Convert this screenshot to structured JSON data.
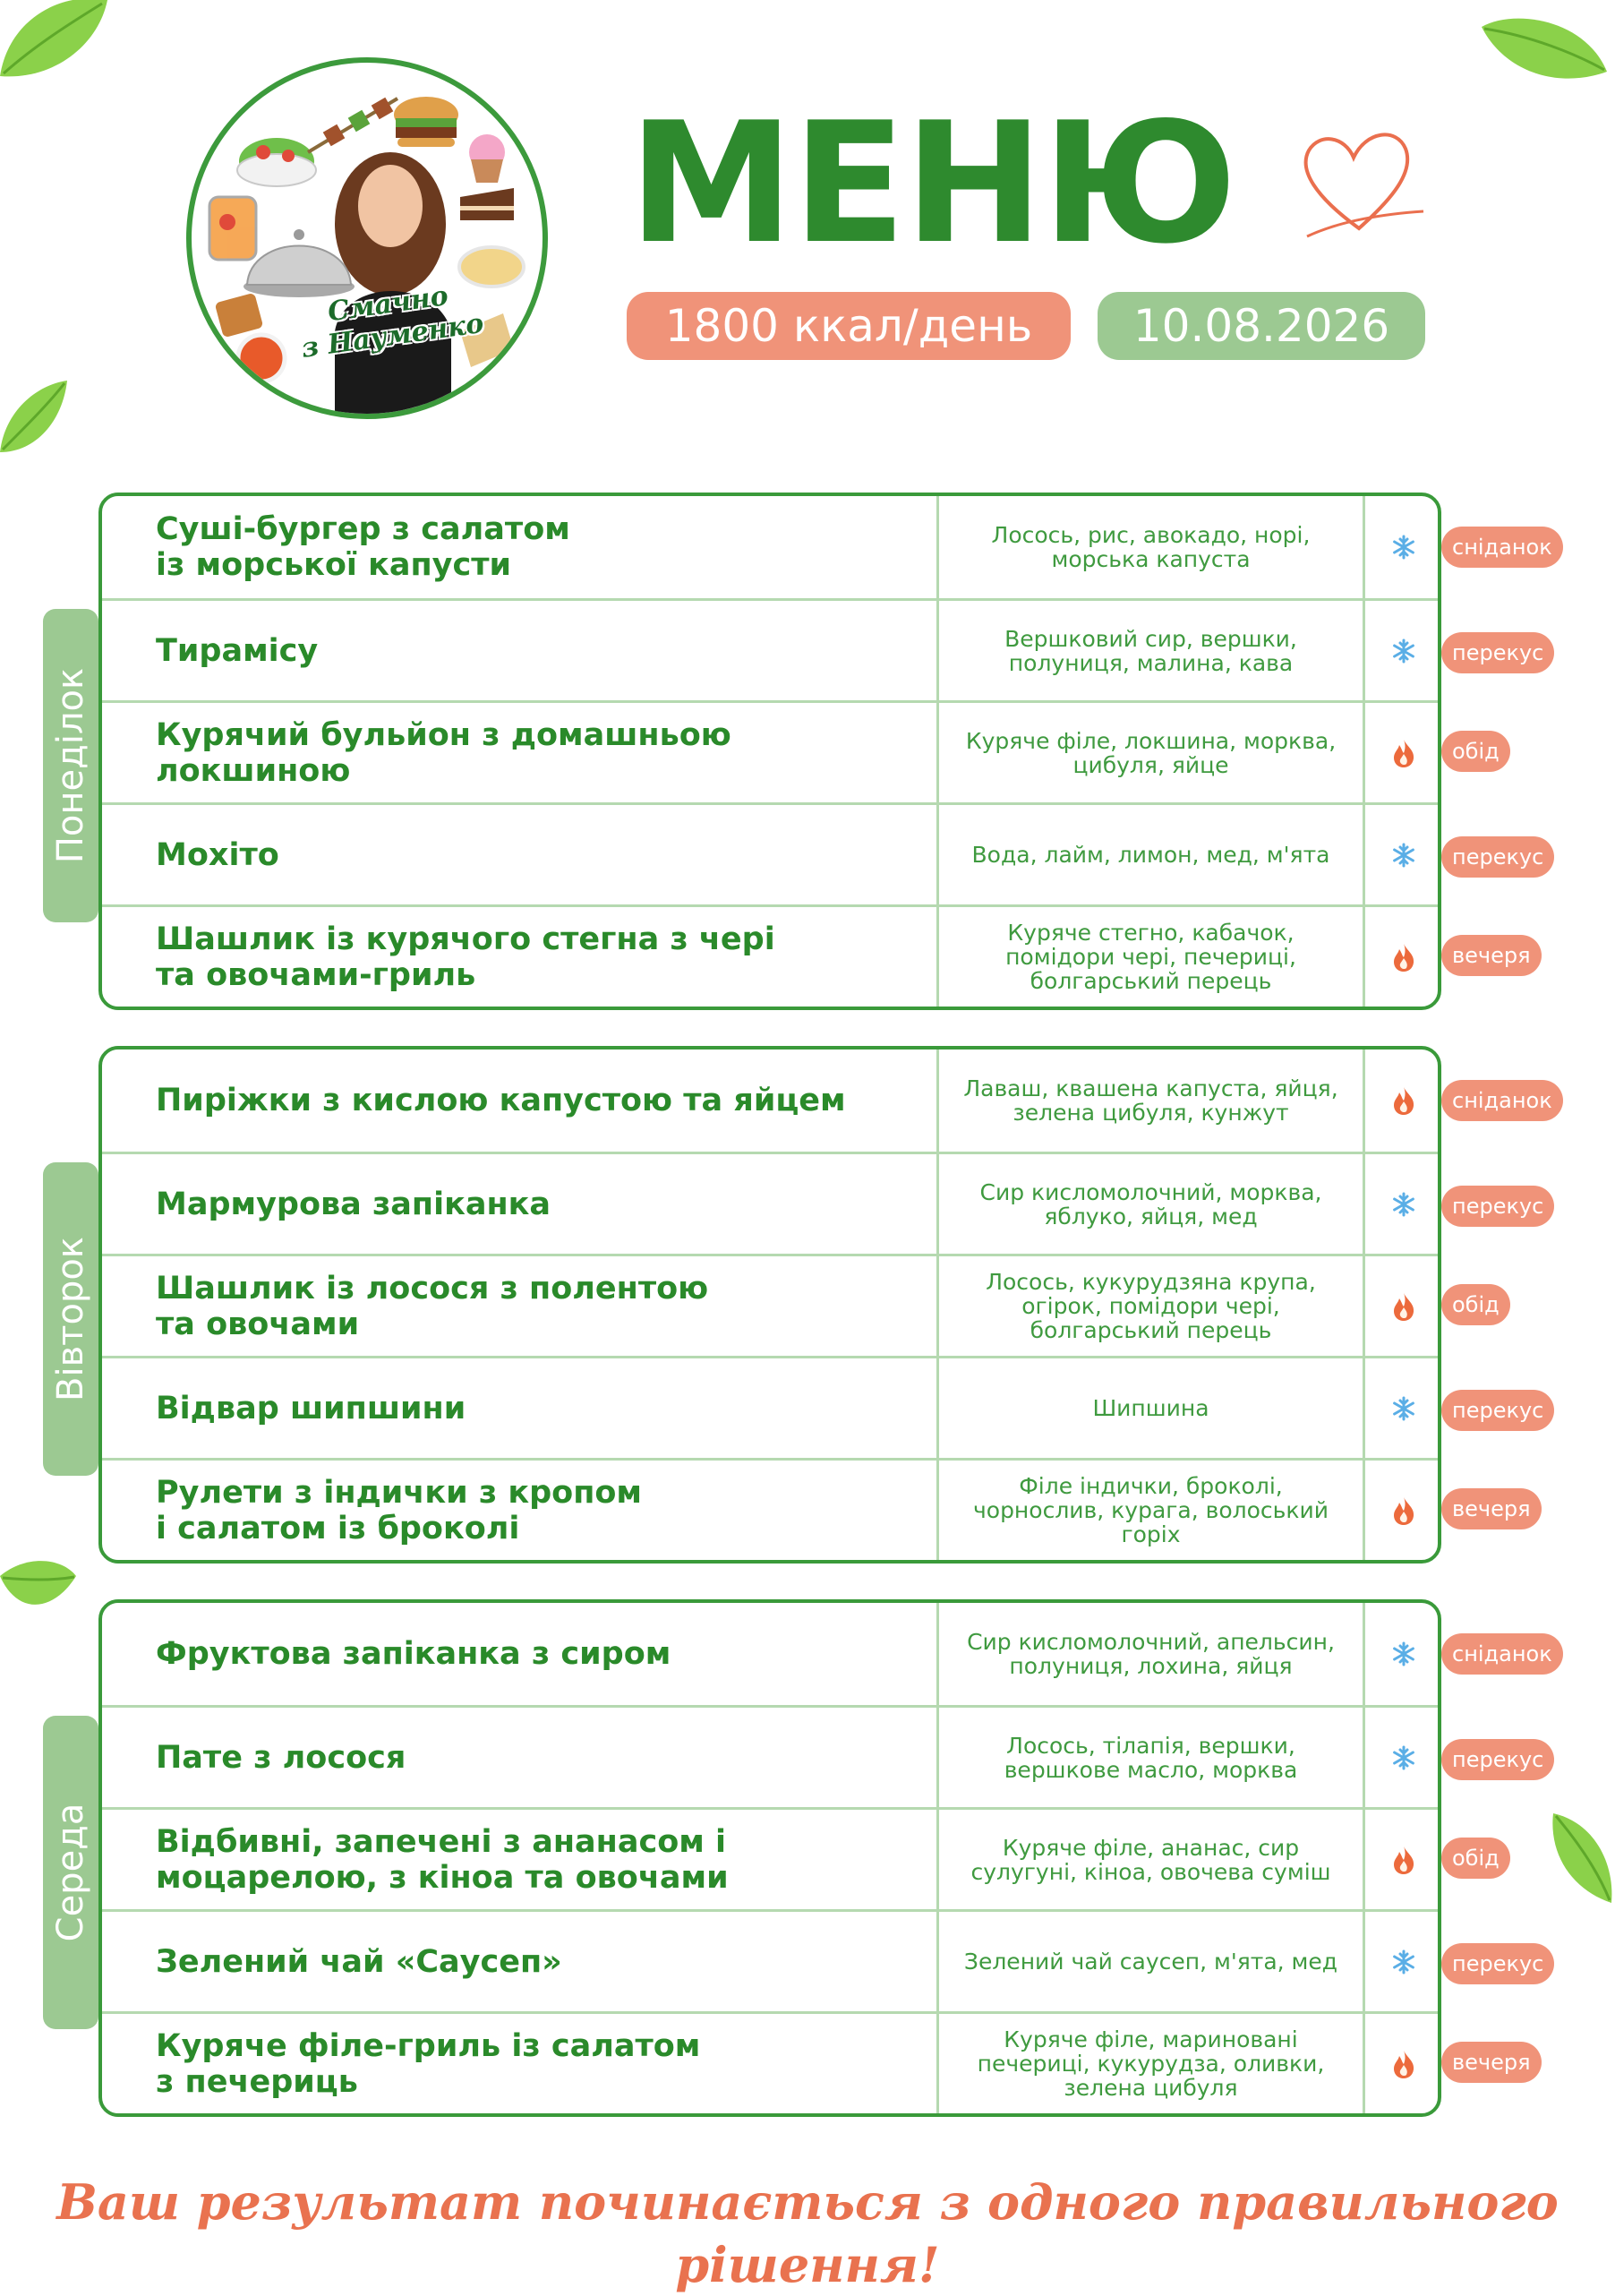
{
  "header": {
    "logo_text_line1": "Смачно",
    "logo_text_line2": "з Науменко",
    "title": "МЕНЮ",
    "calories": "1800 ккал/день",
    "date": "10.08.2026"
  },
  "icons": {
    "cold": "snowflake-icon",
    "hot": "fire-icon",
    "cold_color": "#5aaee6",
    "hot_color": "#ec6a3c"
  },
  "colors": {
    "green": "#2e8a2e",
    "light_green": "#9cc992",
    "salmon": "#f09379"
  },
  "days": [
    {
      "name": "Понеділок",
      "meals": [
        {
          "dish": "Суші-бургер з салатом\nіз морської капусти",
          "ingredients": "Лосось, рис, авокадо, норі, морська капуста",
          "temp": "cold",
          "tag": "сніданок"
        },
        {
          "dish": "Тирамісу",
          "ingredients": "Вершковий сир, вершки, полуниця, малина, кава",
          "temp": "cold",
          "tag": "перекус"
        },
        {
          "dish": "Курячий бульйон  з домашньою\nлокшиною",
          "ingredients": "Куряче філе, локшина, морква, цибуля, яйце",
          "temp": "hot",
          "tag": "обід"
        },
        {
          "dish": "Мохіто",
          "ingredients": "Вода, лайм, лимон, мед, м'ята",
          "temp": "cold",
          "tag": "перекус"
        },
        {
          "dish": "Шашлик із курячого стегна з чері\nта овочами-гриль",
          "ingredients": "Куряче стегно, кабачок, помідори чері, печериці, болгарський перець",
          "temp": "hot",
          "tag": "вечеря"
        }
      ]
    },
    {
      "name": "Вівторок",
      "meals": [
        {
          "dish": "Пиріжки з кислою капустою та яйцем",
          "ingredients": "Лаваш, квашена капуста, яйця, зелена цибуля, кунжут",
          "temp": "hot",
          "tag": "сніданок"
        },
        {
          "dish": "Мармурова запіканка",
          "ingredients": "Сир кисломолочний, морква, яблуко, яйця, мед",
          "temp": "cold",
          "tag": "перекус"
        },
        {
          "dish": "Шашлик із лосося з полентою\nта овочами",
          "ingredients": "Лосось, кукурудзяна крупа, огірок, помідори чері, болгарський перець",
          "temp": "hot",
          "tag": "обід"
        },
        {
          "dish": "Відвар шипшини",
          "ingredients": "Шипшина",
          "temp": "cold",
          "tag": "перекус"
        },
        {
          "dish": "Рулети з індички з кропом\nі салатом із броколі",
          "ingredients": "Філе індички, броколі, чорнослив, курага, волоський горіх",
          "temp": "hot",
          "tag": "вечеря"
        }
      ]
    },
    {
      "name": "Середа",
      "meals": [
        {
          "dish": "Фруктова запіканка з сиром",
          "ingredients": "Сир кисломолочний, апельсин, полуниця, лохина, яйця",
          "temp": "cold",
          "tag": "сніданок"
        },
        {
          "dish": "Пате з лосося",
          "ingredients": "Лосось, тілапія, вершки, вершкове масло, морква",
          "temp": "cold",
          "tag": "перекус"
        },
        {
          "dish": "Відбивні, запечені з ананасом і\nмоцарелою, з кіноа та овочами",
          "ingredients": "Куряче філе, ананас, сир сулугуні, кіноа, овочева суміш",
          "temp": "hot",
          "tag": "обід"
        },
        {
          "dish": "Зелений чай «Саусеп»",
          "ingredients": "Зелений чай саусеп, м'ята, мед",
          "temp": "cold",
          "tag": "перекус"
        },
        {
          "dish": "Куряче філе-гриль із салатом\nз печериць",
          "ingredients": "Куряче філе, мариновані печериці, кукурудза, оливки, зелена цибуля",
          "temp": "hot",
          "tag": "вечеря"
        }
      ]
    }
  ],
  "footer": {
    "slogan": "Ваш результат починається з одного правильного рішення!"
  }
}
